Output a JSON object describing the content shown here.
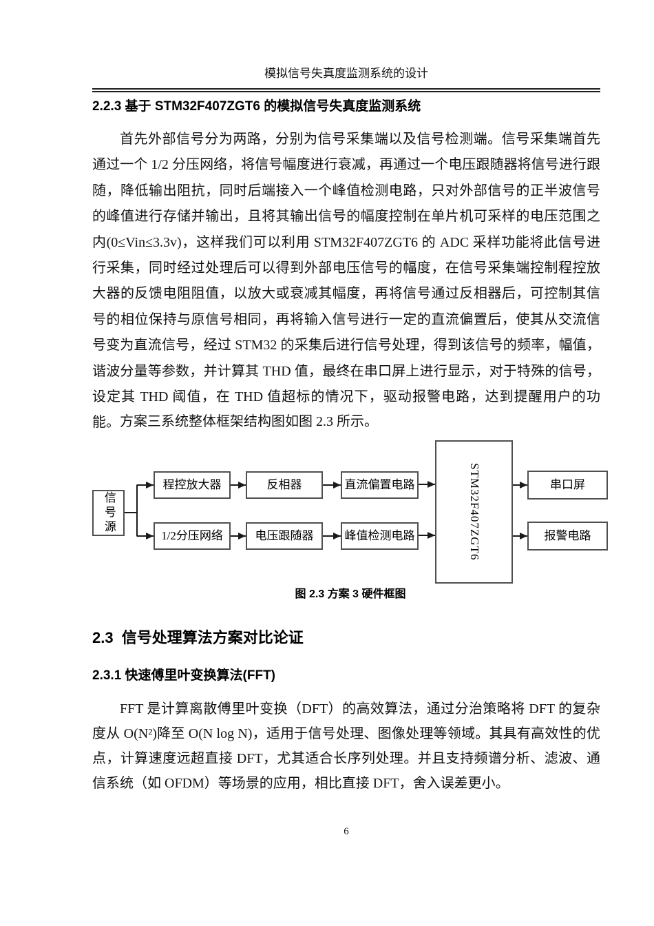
{
  "header": {
    "title": "模拟信号失真度监测系统的设计"
  },
  "footer": {
    "page_number": "6"
  },
  "sections": {
    "s223": {
      "heading": "2.2.3 基于 STM32F407ZGT6 的模拟信号失真度监测系统",
      "p1": "首先外部信号分为两路，分别为信号采集端以及信号检测端。信号采集端首先通过一个 1/2 分压网络，将信号幅度进行衰减，再通过一个电压跟随器将信号进行跟随，降低输出阻抗，同时后端接入一个峰值检测电路，只对外部信号的正半波信号的峰值进行存储并输出，且将其输出信号的幅度控制在单片机可采样的电压范围之内(0≤Vin≤3.3v)，这样我们可以利用 STM32F407ZGT6 的 ADC 采样功能将此信号进行采集，同时经过处理后可以得到外部电压信号的幅度，在信号采集端控制程控放大器的反馈电阻阻值，以放大或衰减其幅度，再将信号通过反相器后，可控制其信号的相位保持与原信号相同，再将输入信号进行一定的直流偏置后，使其从交流信号变为直流信号，经过 STM32 的采集后进行信号处理，得到该信号的频率，幅值，谐波分量等参数，并计算其 THD 值，最终在串口屏上进行显示，对于特殊的信号，设定其 THD 阈值，在 THD 值超标的情况下，驱动报警电路，达到提醒用户的功能。",
      "p2": "方案三系统整体框架结构图如图 2.3 所示。"
    },
    "s23": {
      "heading": "2.3  信号处理算法方案对比论证"
    },
    "s231": {
      "heading": "2.3.1 快速傅里叶变换算法(FFT)",
      "p1": "FFT 是计算离散傅里叶变换（DFT）的高效算法，通过分治策略将 DFT 的复杂度从 O(N²)降至 O(N log N)，适用于信号处理、图像处理等领域。其具有高效性的优点，计算速度远超直接 DFT，尤其适合长序列处理。并且支持频谱分析、滤波、通信系统（如 OFDM）等场景的应用，相比直接 DFT，舍入误差更小。"
    }
  },
  "figure": {
    "caption": "图 2.3 方案 3 硬件框图",
    "blocks": {
      "source": "信号源",
      "pga": "程控放大器",
      "inverter": "反相器",
      "dc_bias": "直流偏置电路",
      "divider": "1/2分压网络",
      "follower": "电压跟随器",
      "peak_detect": "峰值检测电路",
      "mcu": "STM32F407ZGT6",
      "serial_screen": "串口屏",
      "alarm": "报警电路"
    },
    "line_color": "#1a1a1a",
    "box_border_color": "#4f4f4f"
  }
}
